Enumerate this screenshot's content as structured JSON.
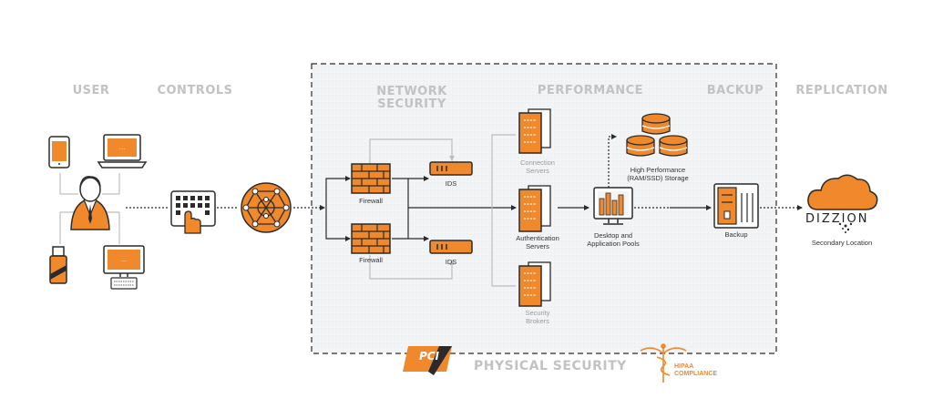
{
  "headers": {
    "user": "USER",
    "controls": "CONTROLS",
    "network_security": [
      "NETWORK",
      "SECURITY"
    ],
    "performance": "PERFORMANCE",
    "backup": "BACKUP",
    "replication": "REPLICATION",
    "physical_security": "PHYSICAL SECURITY"
  },
  "labels": {
    "firewall_top": "Firewall",
    "firewall_bottom": "Firewall",
    "ids_top": "IDS",
    "ids_bottom": "IDS",
    "connection_servers": [
      "Connection",
      "Servers"
    ],
    "authentication_servers": [
      "Authentication",
      "Servers"
    ],
    "security_brokers": [
      "Security",
      "Brokers"
    ],
    "storage": [
      "High Performance",
      "(RAM/SSD) Storage"
    ],
    "desktop_pools": [
      "Desktop and",
      "Application Pools"
    ],
    "backup": "Backup",
    "secondary_location": "Secondary Location"
  },
  "logos": {
    "dizzion": "DIZZION",
    "pci": "PCI",
    "hipaa": [
      "HIPAA",
      "COMPLIANCE"
    ]
  },
  "colors": {
    "accent": "#f0892b",
    "dark": "#2b2b2b",
    "header_gray": "#c2c2c2",
    "zone_fill": "#f2f4f6"
  }
}
